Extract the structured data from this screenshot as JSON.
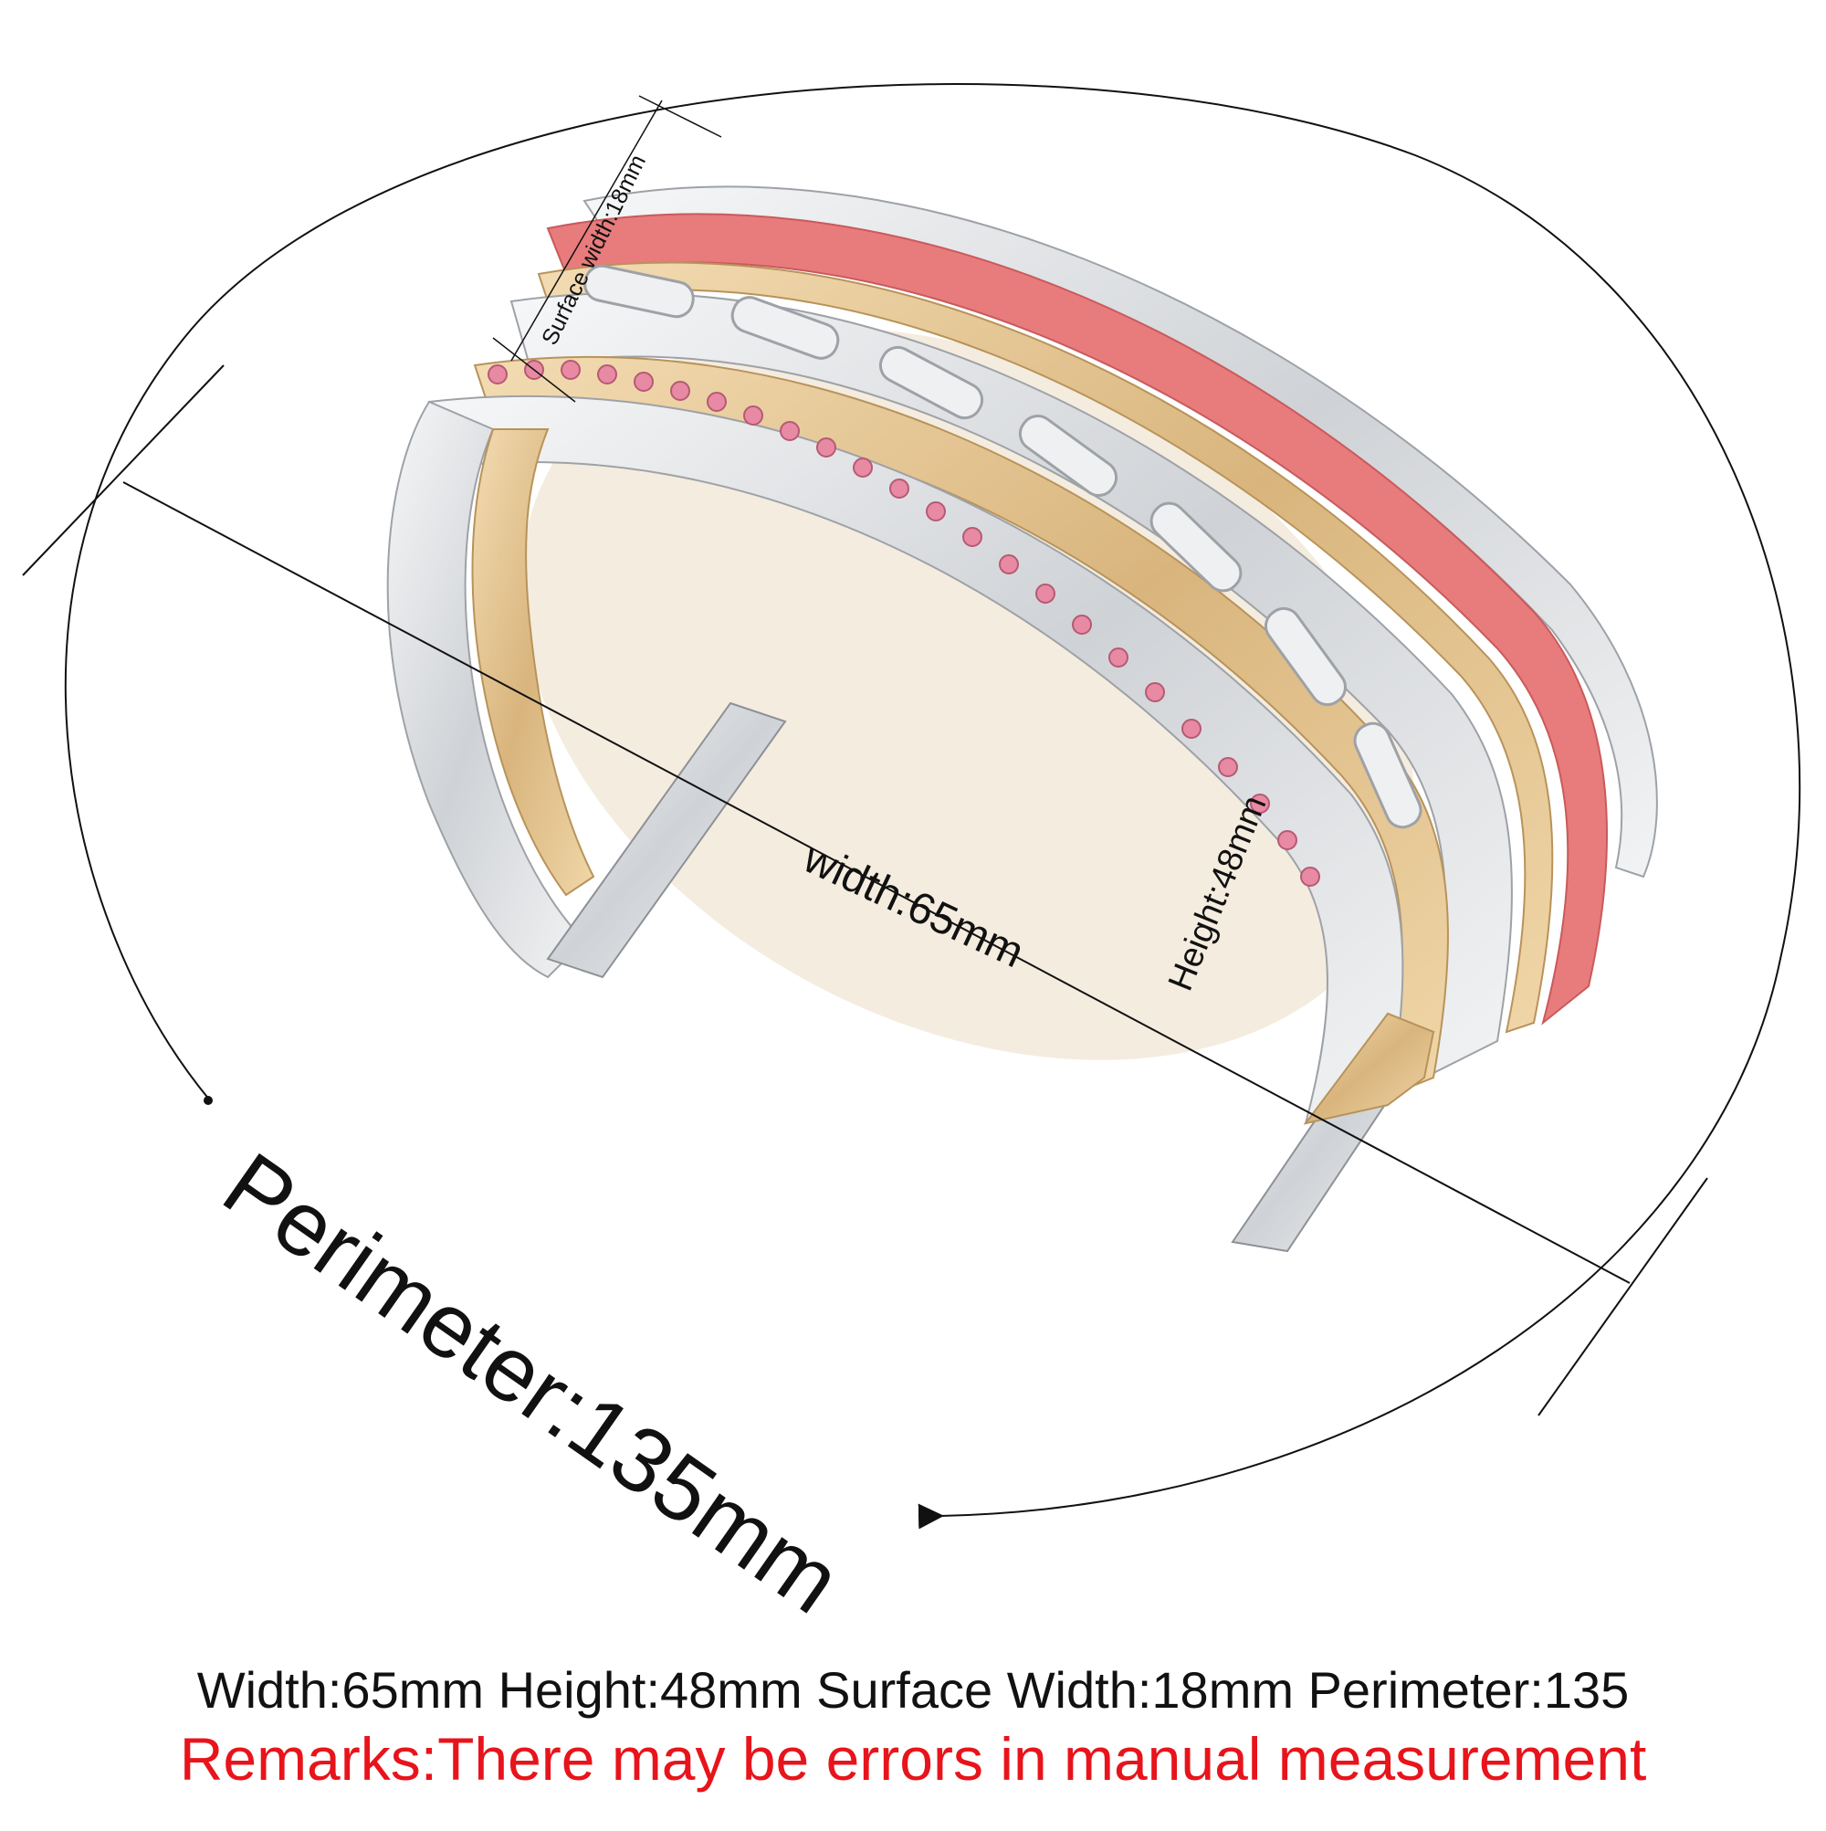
{
  "labels": {
    "surface_width": "Surface width:18mm",
    "width": "width:65mm",
    "height": "Height:48mm",
    "perimeter": "Perimeter:135mm"
  },
  "caption": {
    "dimensions": "Width:65mm Height:48mm Surface Width:18mm Perimeter:135",
    "remarks": "Remarks:There may be errors in manual measurement"
  },
  "colors": {
    "text": "#111111",
    "remark": "#e8141b",
    "silver": "#d9dbde",
    "gold": "#e6c48f",
    "enamel": "#e87b7c",
    "crystal": "#e88aa4"
  }
}
